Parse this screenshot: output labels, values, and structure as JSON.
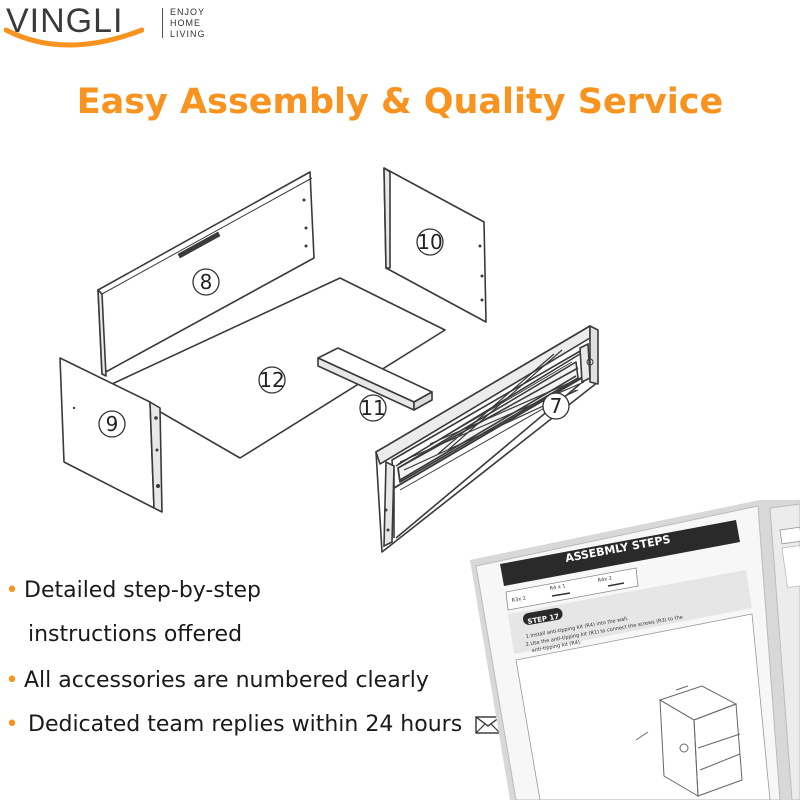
{
  "brand": {
    "name": "VINGLI",
    "tagline": [
      "ENJOY",
      "HOME",
      "LIVING"
    ],
    "accent_color": "#f7931e"
  },
  "headline": "Easy Assembly & Quality Service",
  "parts": {
    "labels": [
      "8",
      "10",
      "12",
      "11",
      "9",
      "7"
    ]
  },
  "bullets": [
    {
      "line1": "Detailed step-by-step",
      "line2": "instructions offered"
    },
    {
      "line1": "All accessories are numbered clearly"
    },
    {
      "line1": "Dedicated team replies within 24 hours",
      "icon": "envelope-icon"
    }
  ],
  "manual": {
    "header": "ASSEBMLY STEPS",
    "parts_row": [
      "R3x 2",
      "R4 x 1",
      "R4x 2"
    ],
    "step_label": "STEP 17",
    "step_text_1": "1.Install anti-tipping kit (R4) into the wall.",
    "step_text_2": "2.Use the anti-tipping kit (R1) to connect the screws (R3) to the",
    "step_text_3": "anti-tipping kit (R4)."
  }
}
